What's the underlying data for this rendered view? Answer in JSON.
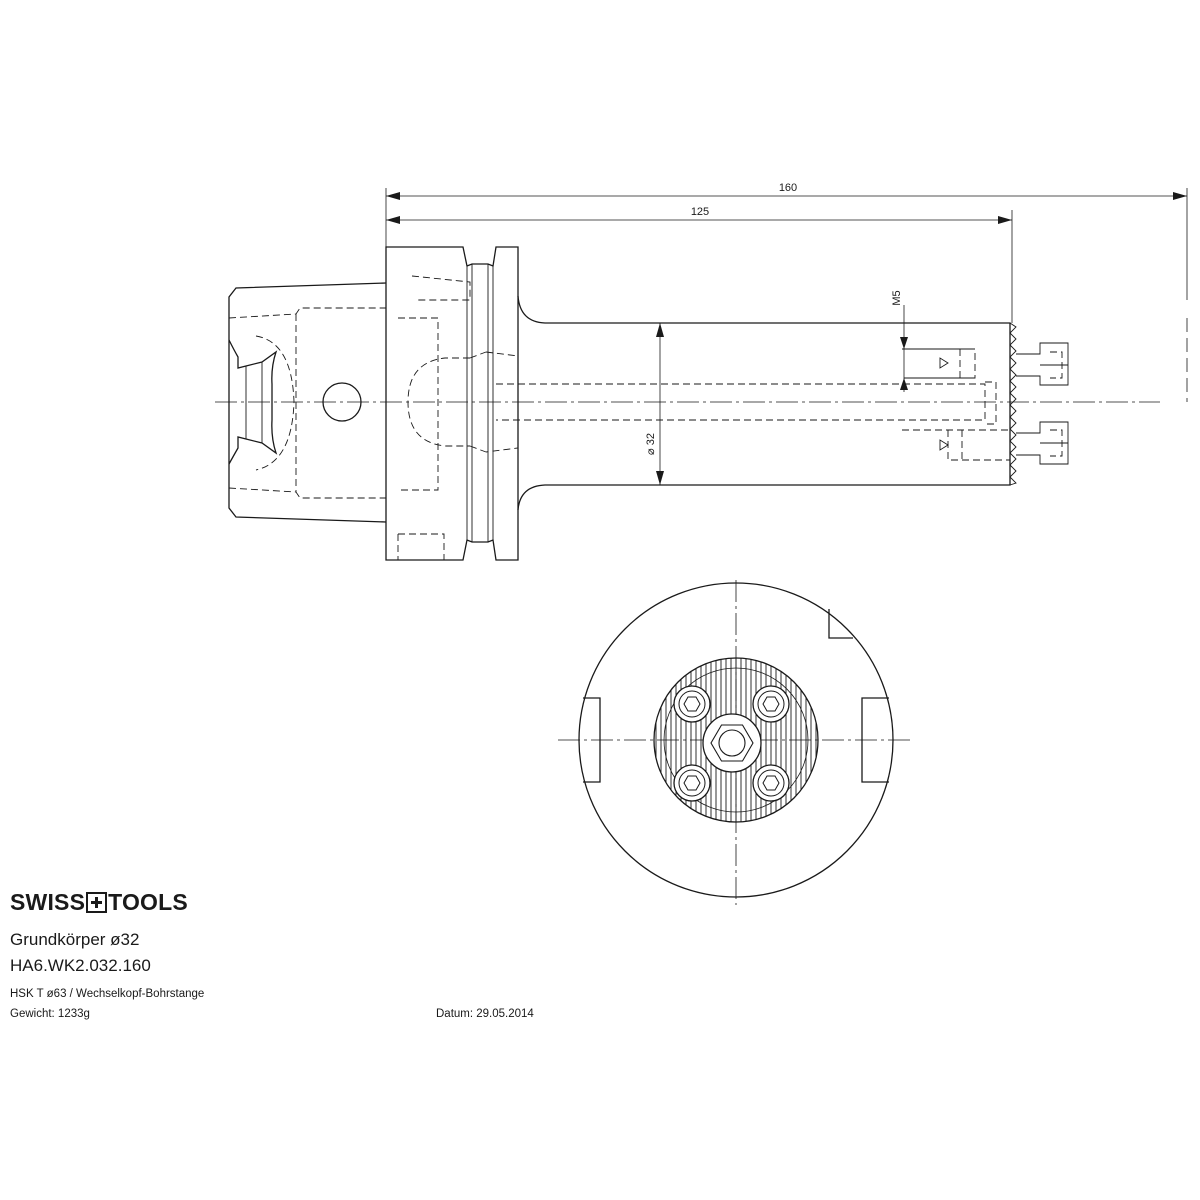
{
  "dimensions": {
    "overall_length": "160",
    "body_length": "125",
    "shank_diameter": "⌀ 32",
    "thread": "M5"
  },
  "logo": {
    "left_text": "SWISS",
    "right_text": "TOOLS",
    "icon": "swiss-cross-icon"
  },
  "title_block": {
    "name": "Grundkörper ø32",
    "code": "HA6.WK2.032.160",
    "description": "HSK T ø63 / Wechselkopf-Bohrstange",
    "weight": "Gewicht: 1233g",
    "date": "Datum: 29.05.2014"
  }
}
